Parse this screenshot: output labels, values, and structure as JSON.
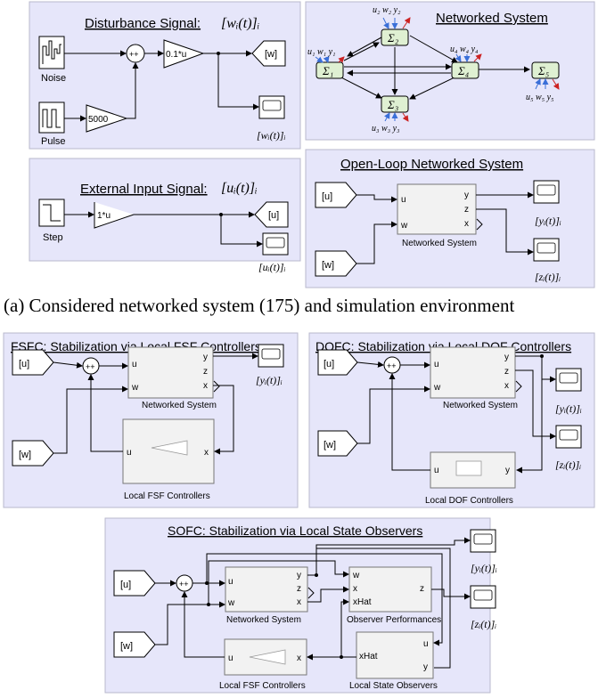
{
  "panels": {
    "disturbance": {
      "title": "Disturbance Signal: ",
      "title_math": "[wᵢ(t)]ᵢ",
      "noise_label": "Noise",
      "pulse_label": "Pulse",
      "gain_pulse": "5000",
      "gain_main": "0.1*u",
      "goto": "[w]",
      "scope_label": "[wᵢ(t)]ᵢ",
      "sum_signs": "++"
    },
    "networked": {
      "title": "Networked System",
      "nodes": [
        "Σ₁",
        "Σ₂",
        "Σ₃",
        "Σ₄",
        "Σ₅"
      ],
      "io_1": "u₁ w₁ y₁",
      "io_2": "u₂ w₂ y₂",
      "io_3": "u₃ w₃ y₃",
      "io_4": "u₄ w₄ y₄",
      "io_5": "u₅ w₅ y₅"
    },
    "external": {
      "title": "External Input Signal: ",
      "title_math": "[uᵢ(t)]ᵢ",
      "step_label": "Step",
      "gain": "1*u",
      "goto": "[u]",
      "scope_label": "[uᵢ(t)]ᵢ"
    },
    "openloop": {
      "title": "Open-Loop Networked System",
      "from_u": "[u]",
      "from_w": "[w]",
      "port_u": "u",
      "port_w": "w",
      "port_y": "y",
      "port_z": "z",
      "port_x": "x",
      "block_label": "Networked System",
      "scope_y": "[yᵢ(t)]ᵢ",
      "scope_z": "[zᵢ(t)]ᵢ"
    },
    "caption": "(a) Considered networked system (175) and simulation environment",
    "fsfc": {
      "title": "FSFC: Stabilization via Local FSF Controllers",
      "from_u": "[u]",
      "from_w": "[w]",
      "block_label": "Networked System",
      "ctrl_label": "Local FSF Controllers",
      "port_u": "u",
      "port_w": "w",
      "port_y": "y",
      "port_z": "z",
      "port_x": "x",
      "ctrl_in": "x",
      "ctrl_out": "u",
      "scope_y": "[yᵢ(t)]ᵢ"
    },
    "dofc": {
      "title": "DOFC: Stabilization via Local DOF Controllers",
      "from_u": "[u]",
      "from_w": "[w]",
      "block_label": "Networked System",
      "ctrl_label": "Local DOF Controllers",
      "port_u": "u",
      "port_w": "w",
      "port_y": "y",
      "port_z": "z",
      "port_x": "x",
      "ctrl_in": "y",
      "ctrl_out": "u",
      "scope_y": "[yᵢ(t)]ᵢ",
      "scope_z": "[zᵢ(t)]ᵢ"
    },
    "sofc": {
      "title": "SOFC: Stabilization via Local State Observers",
      "from_u": "[u]",
      "from_w": "[w]",
      "block_label": "Networked System",
      "perf_label": "Observer Performances",
      "ctrl_label": "Local FSF Controllers",
      "obs_label": "Local State Observers",
      "port_u": "u",
      "port_w": "w",
      "port_y": "y",
      "port_z": "z",
      "port_x": "x",
      "perf_w": "w",
      "perf_x": "x",
      "perf_xhat": "xHat",
      "perf_z": "z",
      "ctrl_out": "u",
      "ctrl_in": "x",
      "obs_xhat": "xHat",
      "obs_u": "u",
      "obs_y": "y",
      "scope_y": "[yᵢ(t)]ᵢ",
      "scope_z": "[zᵢ(t)]ᵢ"
    }
  },
  "colors": {
    "panel_bg": "#e6e6fa",
    "panel_border": "#b8b8cc",
    "node_fill": "#dff0d2",
    "block_fill": "#f2f2f2"
  }
}
